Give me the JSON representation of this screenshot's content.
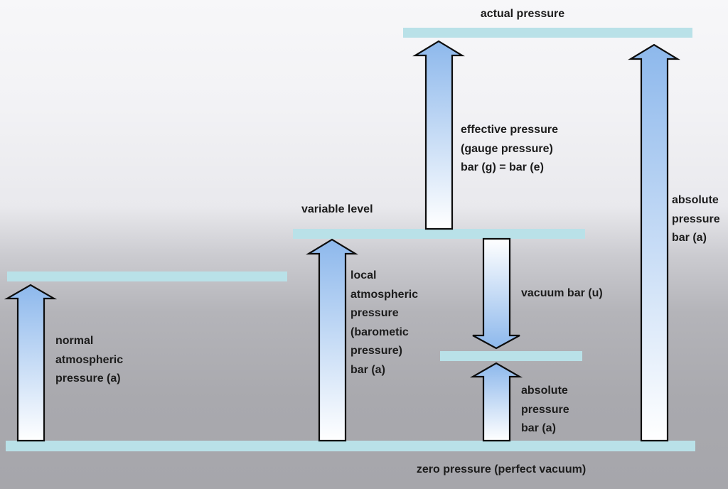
{
  "colors": {
    "level_bar": "#b9e1e8",
    "arrow_top": "#8db8ec",
    "arrow_bottom": "#ffffff",
    "arrow_outline": "#0d0d0d",
    "text": "#1c1c1c"
  },
  "levels": {
    "actual_pressure": "actual pressure",
    "variable_level": "variable level",
    "zero_pressure": "zero pressure (perfect vacuum)"
  },
  "labels": {
    "normal_atmospheric": [
      "normal",
      "atmospheric",
      "pressure (a)"
    ],
    "local_atmospheric": [
      "local",
      "atmospheric",
      "pressure",
      "(barometic",
      "pressure)",
      "bar (a)"
    ],
    "effective_pressure": [
      "effective pressure",
      "(gauge pressure)",
      "bar (g) = bar (e)"
    ],
    "vacuum": [
      "vacuum bar (u)"
    ],
    "absolute_small": [
      "absolute",
      "pressure",
      "bar (a)"
    ],
    "absolute_large": [
      "absolute",
      "pressure",
      "bar (a)"
    ]
  }
}
